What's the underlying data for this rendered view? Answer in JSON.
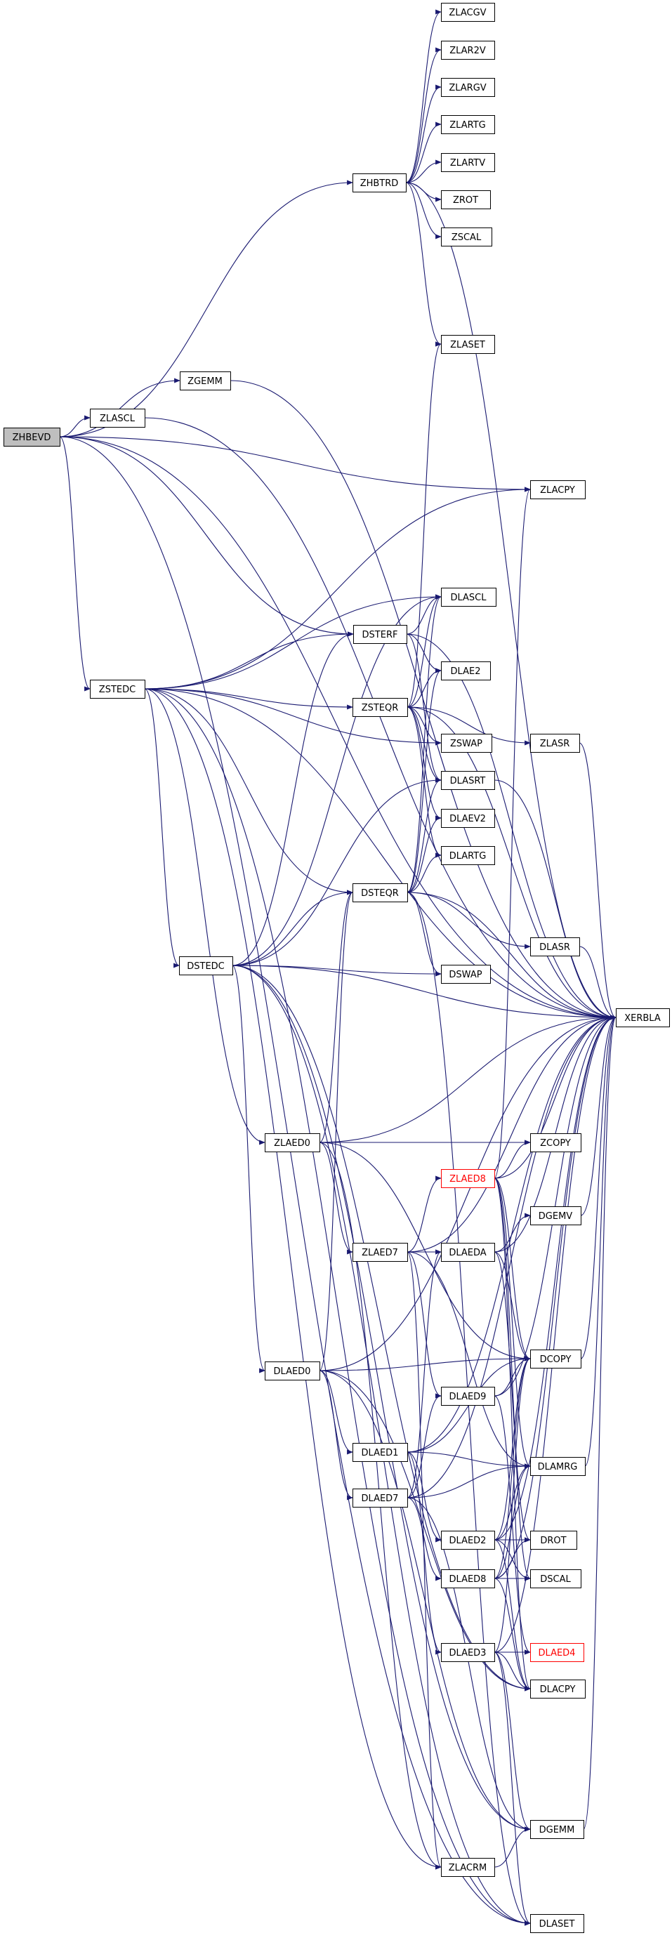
{
  "colors": {
    "edge": "#191970",
    "node_border": "#000000",
    "node_fill": "#ffffff",
    "root_fill": "#bfbfbf",
    "missing_border": "#ff0000"
  },
  "nodes": [
    {
      "id": "ZHBEVD",
      "label": "ZHBEVD",
      "style": "root"
    },
    {
      "id": "ZHBTRD",
      "label": "ZHBTRD"
    },
    {
      "id": "ZLACGV",
      "label": "ZLACGV"
    },
    {
      "id": "ZLAR2V",
      "label": "ZLAR2V"
    },
    {
      "id": "ZLARGV",
      "label": "ZLARGV"
    },
    {
      "id": "ZLARTG",
      "label": "ZLARTG"
    },
    {
      "id": "ZLARTV",
      "label": "ZLARTV"
    },
    {
      "id": "ZROT",
      "label": "ZROT"
    },
    {
      "id": "ZSCAL",
      "label": "ZSCAL"
    },
    {
      "id": "ZLASET",
      "label": "ZLASET"
    },
    {
      "id": "ZGEMM",
      "label": "ZGEMM"
    },
    {
      "id": "ZLASCL",
      "label": "ZLASCL"
    },
    {
      "id": "ZLACPY",
      "label": "ZLACPY"
    },
    {
      "id": "DLASCL",
      "label": "DLASCL"
    },
    {
      "id": "DSTERF",
      "label": "DSTERF"
    },
    {
      "id": "DLAE2",
      "label": "DLAE2"
    },
    {
      "id": "ZSTEQR",
      "label": "ZSTEQR"
    },
    {
      "id": "ZSTEDC",
      "label": "ZSTEDC"
    },
    {
      "id": "ZSWAP",
      "label": "ZSWAP"
    },
    {
      "id": "ZLASR",
      "label": "ZLASR"
    },
    {
      "id": "DLASRT",
      "label": "DLASRT"
    },
    {
      "id": "DLAEV2",
      "label": "DLAEV2"
    },
    {
      "id": "DLARTG",
      "label": "DLARTG"
    },
    {
      "id": "DSTEQR",
      "label": "DSTEQR"
    },
    {
      "id": "DLASR",
      "label": "DLASR"
    },
    {
      "id": "DSTEDC",
      "label": "DSTEDC"
    },
    {
      "id": "DSWAP",
      "label": "DSWAP"
    },
    {
      "id": "XERBLA",
      "label": "XERBLA"
    },
    {
      "id": "ZLAED0",
      "label": "ZLAED0"
    },
    {
      "id": "ZCOPY",
      "label": "ZCOPY"
    },
    {
      "id": "ZLAED8",
      "label": "ZLAED8",
      "style": "red"
    },
    {
      "id": "DGEMV",
      "label": "DGEMV"
    },
    {
      "id": "ZLAED7",
      "label": "ZLAED7"
    },
    {
      "id": "DLAEDA",
      "label": "DLAEDA"
    },
    {
      "id": "DLAED0",
      "label": "DLAED0"
    },
    {
      "id": "DCOPY",
      "label": "DCOPY"
    },
    {
      "id": "DLAED9",
      "label": "DLAED9"
    },
    {
      "id": "DLAED1",
      "label": "DLAED1"
    },
    {
      "id": "DLAMRG",
      "label": "DLAMRG"
    },
    {
      "id": "DLAED7",
      "label": "DLAED7"
    },
    {
      "id": "DLAED2",
      "label": "DLAED2"
    },
    {
      "id": "DROT",
      "label": "DROT"
    },
    {
      "id": "DLAED8",
      "label": "DLAED8"
    },
    {
      "id": "DSCAL",
      "label": "DSCAL"
    },
    {
      "id": "DLAED3",
      "label": "DLAED3"
    },
    {
      "id": "DLAED4",
      "label": "DLAED4",
      "style": "red"
    },
    {
      "id": "DLACPY",
      "label": "DLACPY"
    },
    {
      "id": "DGEMM",
      "label": "DGEMM"
    },
    {
      "id": "ZLACRM",
      "label": "ZLACRM"
    },
    {
      "id": "DLASET",
      "label": "DLASET"
    }
  ],
  "edges": [
    [
      "ZHBEVD",
      "ZHBTRD"
    ],
    [
      "ZHBEVD",
      "ZGEMM"
    ],
    [
      "ZHBEVD",
      "ZLASCL"
    ],
    [
      "ZHBEVD",
      "ZLACPY"
    ],
    [
      "ZHBEVD",
      "DSTERF"
    ],
    [
      "ZHBEVD",
      "ZSTEDC"
    ],
    [
      "ZHBEVD",
      "XERBLA"
    ],
    [
      "ZHBEVD",
      "DLASET"
    ],
    [
      "ZHBTRD",
      "ZLACGV"
    ],
    [
      "ZHBTRD",
      "ZLAR2V"
    ],
    [
      "ZHBTRD",
      "ZLARGV"
    ],
    [
      "ZHBTRD",
      "ZLARTG"
    ],
    [
      "ZHBTRD",
      "ZLARTV"
    ],
    [
      "ZHBTRD",
      "ZROT"
    ],
    [
      "ZHBTRD",
      "ZSCAL"
    ],
    [
      "ZHBTRD",
      "ZLASET"
    ],
    [
      "ZHBTRD",
      "XERBLA"
    ],
    [
      "ZGEMM",
      "XERBLA"
    ],
    [
      "ZLASCL",
      "XERBLA"
    ],
    [
      "DSTERF",
      "DLASCL"
    ],
    [
      "DSTERF",
      "DLAE2"
    ],
    [
      "DSTERF",
      "DLASRT"
    ],
    [
      "DSTERF",
      "XERBLA"
    ],
    [
      "ZSTEQR",
      "DLASCL"
    ],
    [
      "ZSTEQR",
      "DLAE2"
    ],
    [
      "ZSTEQR",
      "ZSWAP"
    ],
    [
      "ZSTEQR",
      "ZLASR"
    ],
    [
      "ZSTEQR",
      "DLASRT"
    ],
    [
      "ZSTEQR",
      "DLAEV2"
    ],
    [
      "ZSTEQR",
      "DLARTG"
    ],
    [
      "ZSTEQR",
      "ZLASET"
    ],
    [
      "ZSTEQR",
      "XERBLA"
    ],
    [
      "ZLASR",
      "XERBLA"
    ],
    [
      "DLASRT",
      "XERBLA"
    ],
    [
      "DLASR",
      "XERBLA"
    ],
    [
      "DSTEQR",
      "DLASCL"
    ],
    [
      "DSTEQR",
      "DLAE2"
    ],
    [
      "DSTEQR",
      "DLASRT"
    ],
    [
      "DSTEQR",
      "DLAEV2"
    ],
    [
      "DSTEQR",
      "DLARTG"
    ],
    [
      "DSTEQR",
      "DSWAP"
    ],
    [
      "DSTEQR",
      "DLASR"
    ],
    [
      "DSTEQR",
      "DLASET"
    ],
    [
      "DSTEQR",
      "XERBLA"
    ],
    [
      "ZSTEDC",
      "ZLACPY"
    ],
    [
      "ZSTEDC",
      "XERBLA"
    ],
    [
      "ZSTEDC",
      "DSTERF"
    ],
    [
      "ZSTEDC",
      "ZSTEQR"
    ],
    [
      "ZSTEDC",
      "ZSWAP"
    ],
    [
      "ZSTEDC",
      "DSTEQR"
    ],
    [
      "ZSTEDC",
      "DSTEDC"
    ],
    [
      "ZSTEDC",
      "ZLAED0"
    ],
    [
      "ZSTEDC",
      "DLASCL"
    ],
    [
      "ZSTEDC",
      "ZLACRM"
    ],
    [
      "ZSTEDC",
      "DLASET"
    ],
    [
      "DSTEDC",
      "DSTERF"
    ],
    [
      "DSTEDC",
      "DLASCL"
    ],
    [
      "DSTEDC",
      "DSTEQR"
    ],
    [
      "DSTEDC",
      "DSWAP"
    ],
    [
      "DSTEDC",
      "XERBLA"
    ],
    [
      "DSTEDC",
      "DLAED0"
    ],
    [
      "DSTEDC",
      "DLACPY"
    ],
    [
      "DSTEDC",
      "DGEMM"
    ],
    [
      "DSTEDC",
      "DLASET"
    ],
    [
      "DSTEDC",
      "DLASRT"
    ],
    [
      "ZLAED0",
      "DSTEQR"
    ],
    [
      "ZLAED0",
      "XERBLA"
    ],
    [
      "ZLAED0",
      "ZCOPY"
    ],
    [
      "ZLAED0",
      "ZLAED7"
    ],
    [
      "ZLAED0",
      "DCOPY"
    ],
    [
      "ZLAED0",
      "ZLACRM"
    ],
    [
      "ZLAED8",
      "ZLACPY"
    ],
    [
      "ZLAED8",
      "ZCOPY"
    ],
    [
      "ZLAED8",
      "XERBLA"
    ],
    [
      "ZLAED8",
      "DCOPY"
    ],
    [
      "ZLAED8",
      "DLAMRG"
    ],
    [
      "ZLAED8",
      "DSCAL"
    ],
    [
      "ZLAED8",
      "DLACPY"
    ],
    [
      "DGEMV",
      "XERBLA"
    ],
    [
      "ZLAED7",
      "ZLAED8"
    ],
    [
      "ZLAED7",
      "DLAEDA"
    ],
    [
      "ZLAED7",
      "DLAED9"
    ],
    [
      "ZLAED7",
      "DLAMRG"
    ],
    [
      "ZLAED7",
      "XERBLA"
    ],
    [
      "ZLAED7",
      "ZLACRM"
    ],
    [
      "DLAEDA",
      "DGEMV"
    ],
    [
      "DLAEDA",
      "DCOPY"
    ],
    [
      "DLAEDA",
      "DROT"
    ],
    [
      "DLAEDA",
      "XERBLA"
    ],
    [
      "DLAED0",
      "DSTEQR"
    ],
    [
      "DLAED0",
      "XERBLA"
    ],
    [
      "DLAED0",
      "DCOPY"
    ],
    [
      "DLAED0",
      "DLAED1"
    ],
    [
      "DLAED0",
      "DLAED7"
    ],
    [
      "DLAED0",
      "DLACPY"
    ],
    [
      "DLAED0",
      "DGEMM"
    ],
    [
      "DCOPY",
      "XERBLA"
    ],
    [
      "DLAED9",
      "DCOPY"
    ],
    [
      "DLAED9",
      "DLAED4"
    ],
    [
      "DLAED9",
      "XERBLA"
    ],
    [
      "DLAED1",
      "DLAED2"
    ],
    [
      "DLAED1",
      "DLAED3"
    ],
    [
      "DLAED1",
      "DCOPY"
    ],
    [
      "DLAED1",
      "DLAMRG"
    ],
    [
      "DLAED1",
      "XERBLA"
    ],
    [
      "DLAMRG",
      "XERBLA"
    ],
    [
      "DLAED7",
      "DLAEDA"
    ],
    [
      "DLAED7",
      "DLAED8"
    ],
    [
      "DLAED7",
      "DLAED9"
    ],
    [
      "DLAED7",
      "DLAMRG"
    ],
    [
      "DLAED7",
      "DGEMM"
    ],
    [
      "DLAED7",
      "XERBLA"
    ],
    [
      "DLAED2",
      "DCOPY"
    ],
    [
      "DLAED2",
      "DROT"
    ],
    [
      "DLAED2",
      "DSCAL"
    ],
    [
      "DLAED2",
      "DLACPY"
    ],
    [
      "DLAED2",
      "DLAMRG"
    ],
    [
      "DLAED2",
      "XERBLA"
    ],
    [
      "DLAED8",
      "DCOPY"
    ],
    [
      "DLAED8",
      "DROT"
    ],
    [
      "DLAED8",
      "DSCAL"
    ],
    [
      "DLAED8",
      "DLACPY"
    ],
    [
      "DLAED8",
      "DLAMRG"
    ],
    [
      "DLAED8",
      "XERBLA"
    ],
    [
      "DLAED3",
      "DLAED4"
    ],
    [
      "DLAED3",
      "DCOPY"
    ],
    [
      "DLAED3",
      "DLACPY"
    ],
    [
      "DLAED3",
      "DGEMM"
    ],
    [
      "DLAED3",
      "DLASET"
    ],
    [
      "DLAED3",
      "XERBLA"
    ],
    [
      "DGEMM",
      "XERBLA"
    ],
    [
      "ZLACRM",
      "DGEMM"
    ]
  ]
}
